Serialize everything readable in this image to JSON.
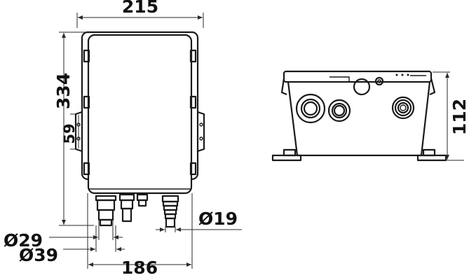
{
  "dimensions": {
    "overall_width": "215",
    "height": "334",
    "bracket_height": "59",
    "port_small_diameter": "Ø19",
    "port_medium_diameter": "Ø29",
    "port_large_diameter": "Ø39",
    "base_width": "186",
    "side_height": "112"
  },
  "colors": {
    "line": "#1a1a1a",
    "background": "#ffffff"
  }
}
